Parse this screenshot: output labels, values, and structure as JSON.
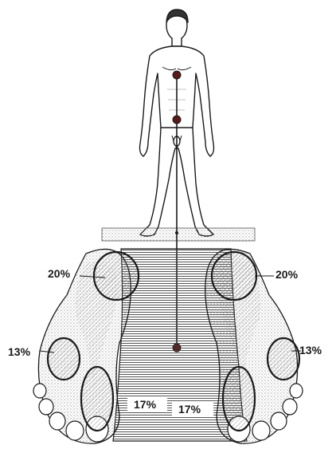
{
  "labels": {
    "left_heel": "20%",
    "right_heel": "20%",
    "left_midfoot": "13%",
    "right_midfoot": "13%",
    "left_forefoot": "17%",
    "right_forefoot": "17%"
  },
  "colors": {
    "ink": "#1a1a1a",
    "shade": "#8a8a8a",
    "background": "#ffffff"
  }
}
